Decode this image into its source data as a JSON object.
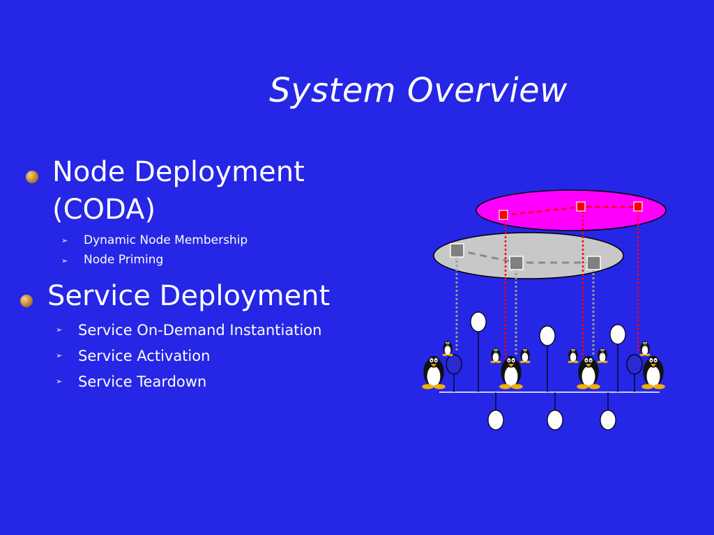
{
  "slide": {
    "title": "System Overview",
    "bullets": [
      {
        "lines": [
          "Node Deployment",
          "(CODA)"
        ],
        "subitems": [
          "Dynamic Node Membership",
          "Node Priming"
        ]
      },
      {
        "lines": [
          "Service Deployment"
        ],
        "subitems": [
          "Service On-Demand Instantiation",
          "Service Activation",
          "Service Teardown"
        ]
      }
    ],
    "subitem_marker": "➢"
  },
  "diagram": {
    "service_layer_color": "#ff00ff",
    "node_layer_color": "#c8c8c8",
    "service_node_color": "#ff0000",
    "node_square_color": "#808080",
    "link_red": "#ff0000",
    "link_gray": "#9a9a9a",
    "icons": [
      "penguin-icon"
    ]
  }
}
